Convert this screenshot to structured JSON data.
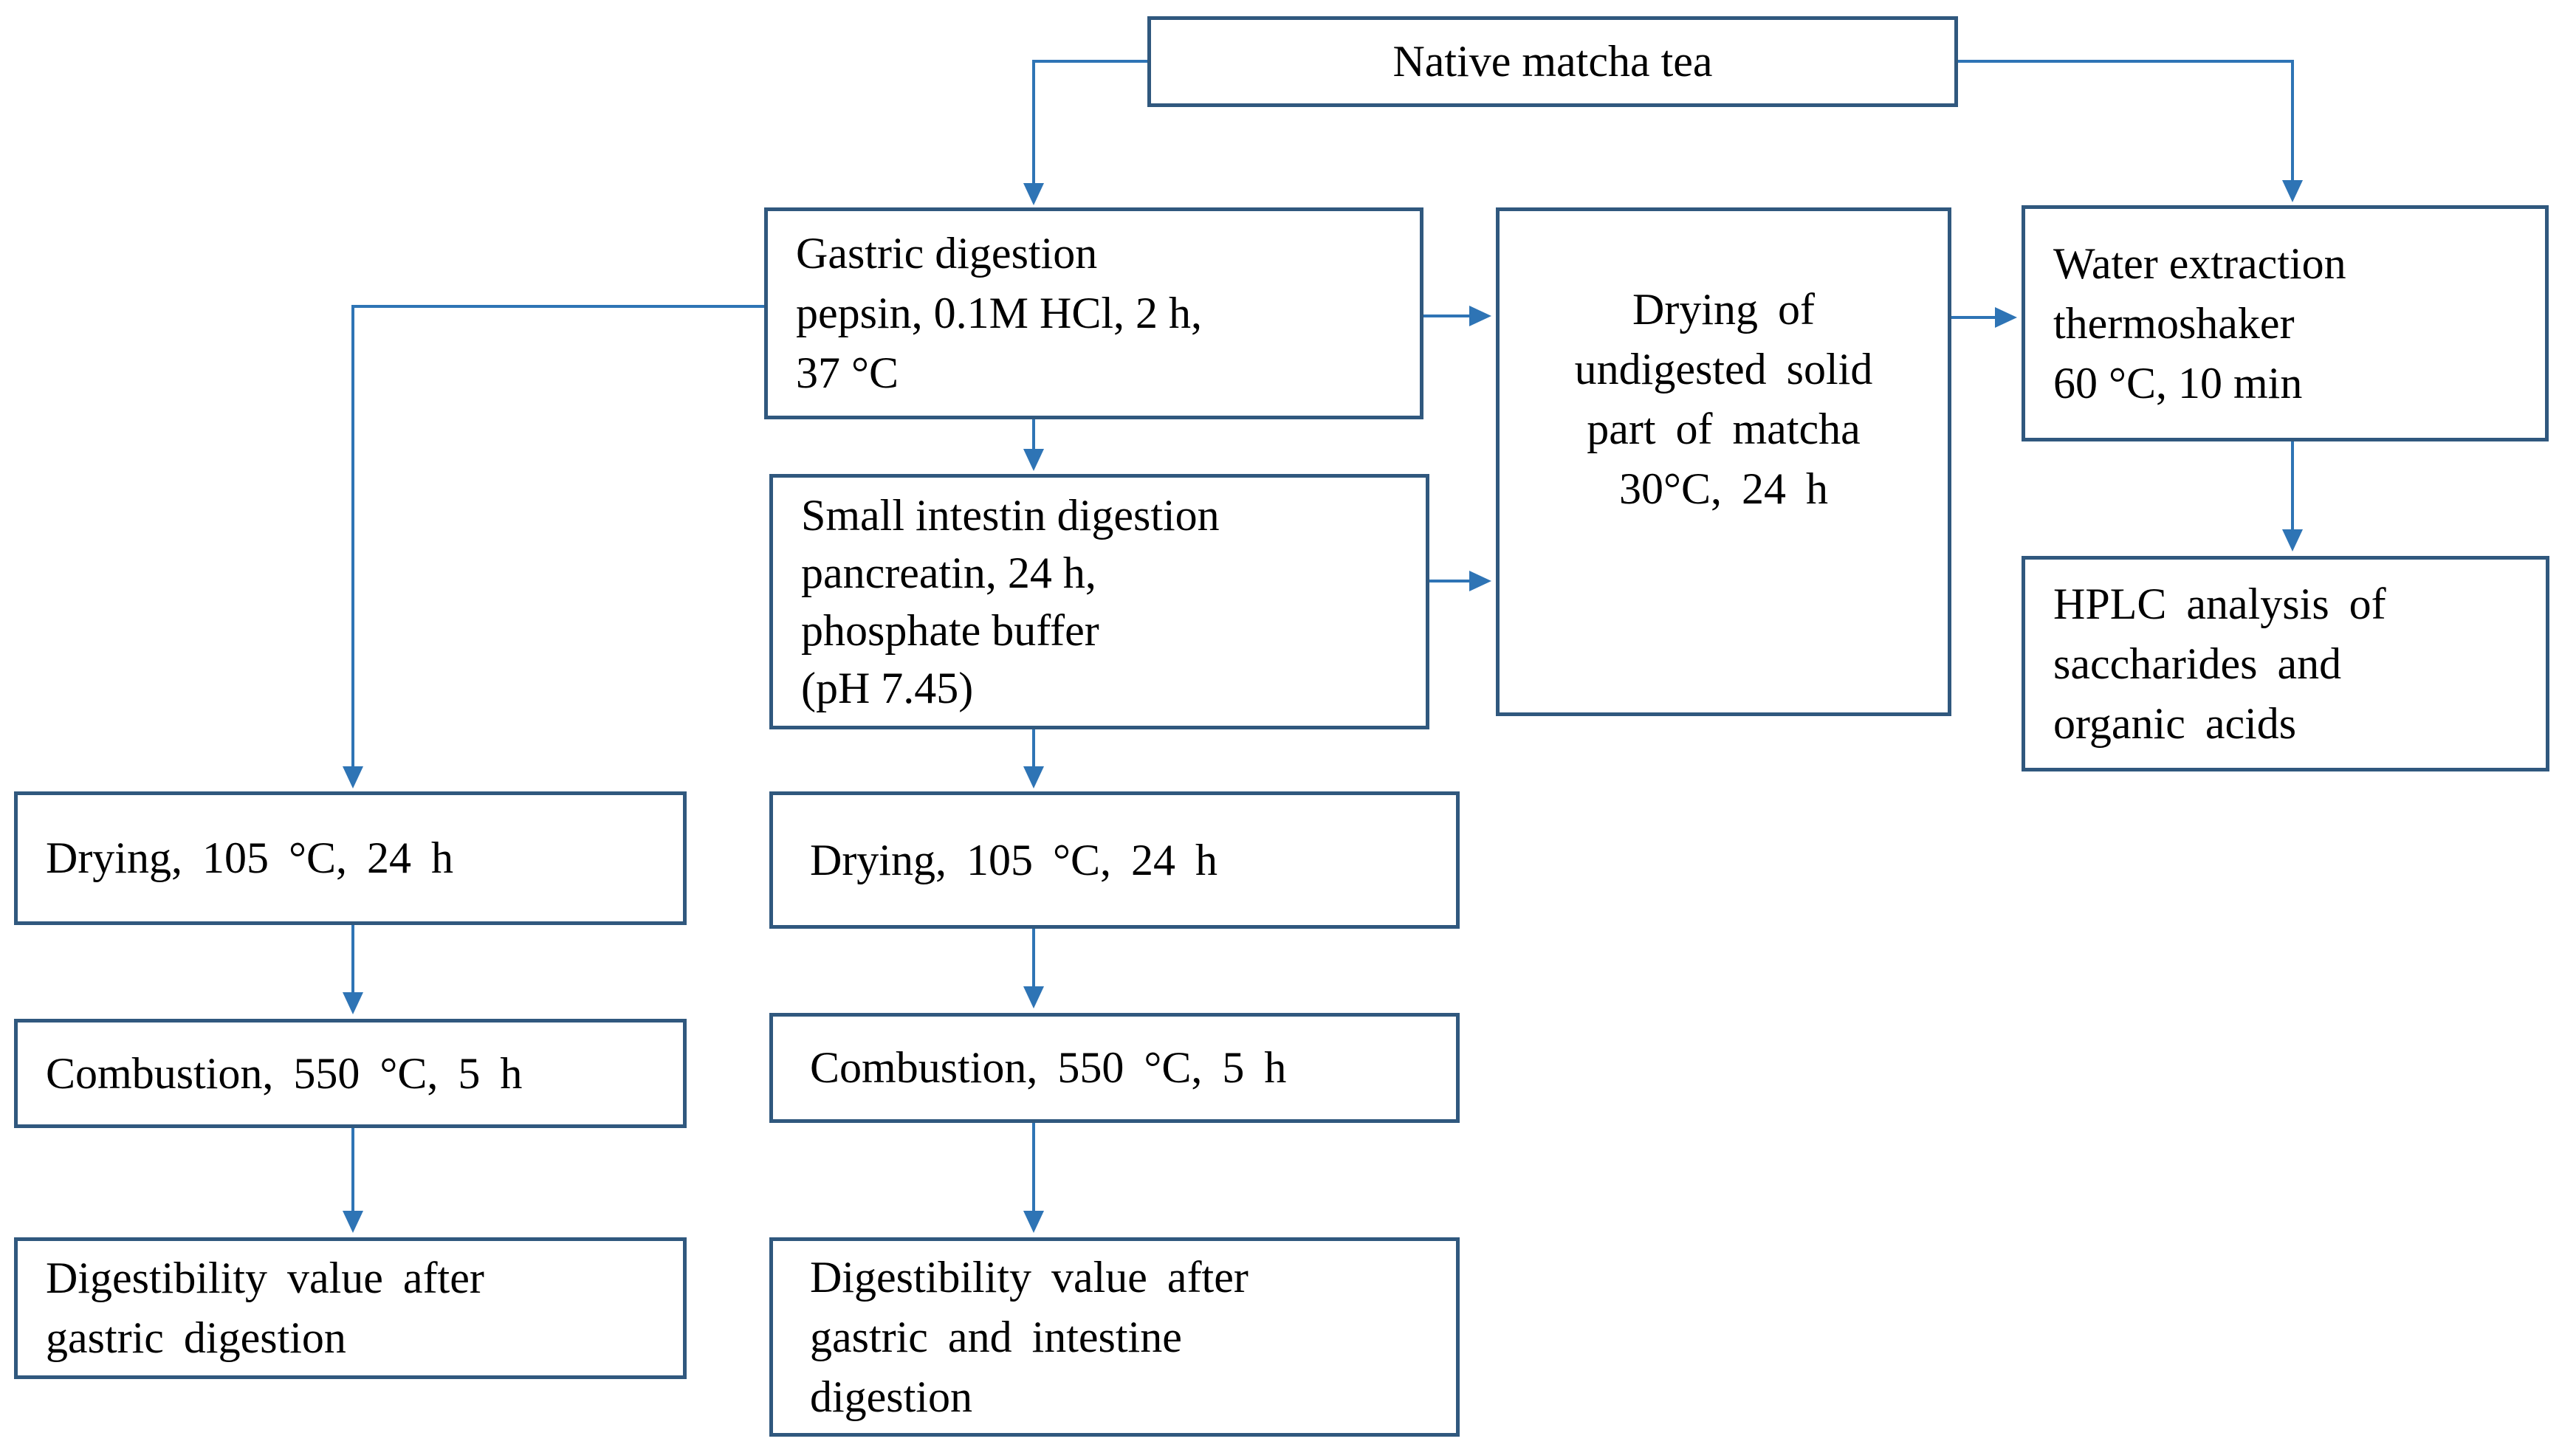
{
  "flowchart": {
    "description": "Flow diagram of matcha tea in-vitro digestion and analysis procedure",
    "colors": {
      "box_border": "#30587E",
      "connector_blue": "#2E74B5",
      "text": "#000000",
      "background": "#ffffff"
    },
    "nodes": {
      "native": {
        "label": "Native matcha tea"
      },
      "gastric": {
        "label": "Gastric digestion\npepsin, 0.1M HCl, 2 h,\n37 °C"
      },
      "small_intestine": {
        "label": "Small intestin digestion\npancreatin, 24 h,\nphosphate buffer\n(pH 7.45)"
      },
      "drying_undigested": {
        "label": "Drying of\nundigested solid\npart of matcha\n30°C, 24 h"
      },
      "water_extraction": {
        "label": "Water extraction\nthermoshaker\n60 °C, 10 min"
      },
      "hplc": {
        "label": "HPLC analysis of\nsaccharides and\norganic acids"
      },
      "left_drying": {
        "label": "Drying,  105 °C, 24 h"
      },
      "left_combustion": {
        "label": "Combustion,  550 °C, 5 h"
      },
      "left_digestibility": {
        "label": "Digestibility  value  after\ngastric digestion"
      },
      "mid_drying": {
        "label": "Drying,  105 °C, 24 h"
      },
      "mid_combustion": {
        "label": "Combustion,  550 °C, 5 h"
      },
      "mid_digestibility": {
        "label": "Digestibility  value after\ngastric and intestine\ndigestion"
      }
    },
    "edges": [
      {
        "from": "native",
        "to": "gastric"
      },
      {
        "from": "native",
        "to": "water_extraction"
      },
      {
        "from": "gastric",
        "to": "small_intestine"
      },
      {
        "from": "gastric",
        "to": "drying_undigested"
      },
      {
        "from": "gastric",
        "to": "left_drying"
      },
      {
        "from": "small_intestine",
        "to": "drying_undigested"
      },
      {
        "from": "small_intestine",
        "to": "mid_drying"
      },
      {
        "from": "drying_undigested",
        "to": "water_extraction"
      },
      {
        "from": "water_extraction",
        "to": "hplc"
      },
      {
        "from": "left_drying",
        "to": "left_combustion"
      },
      {
        "from": "left_combustion",
        "to": "left_digestibility"
      },
      {
        "from": "mid_drying",
        "to": "mid_combustion"
      },
      {
        "from": "mid_combustion",
        "to": "mid_digestibility"
      }
    ]
  }
}
